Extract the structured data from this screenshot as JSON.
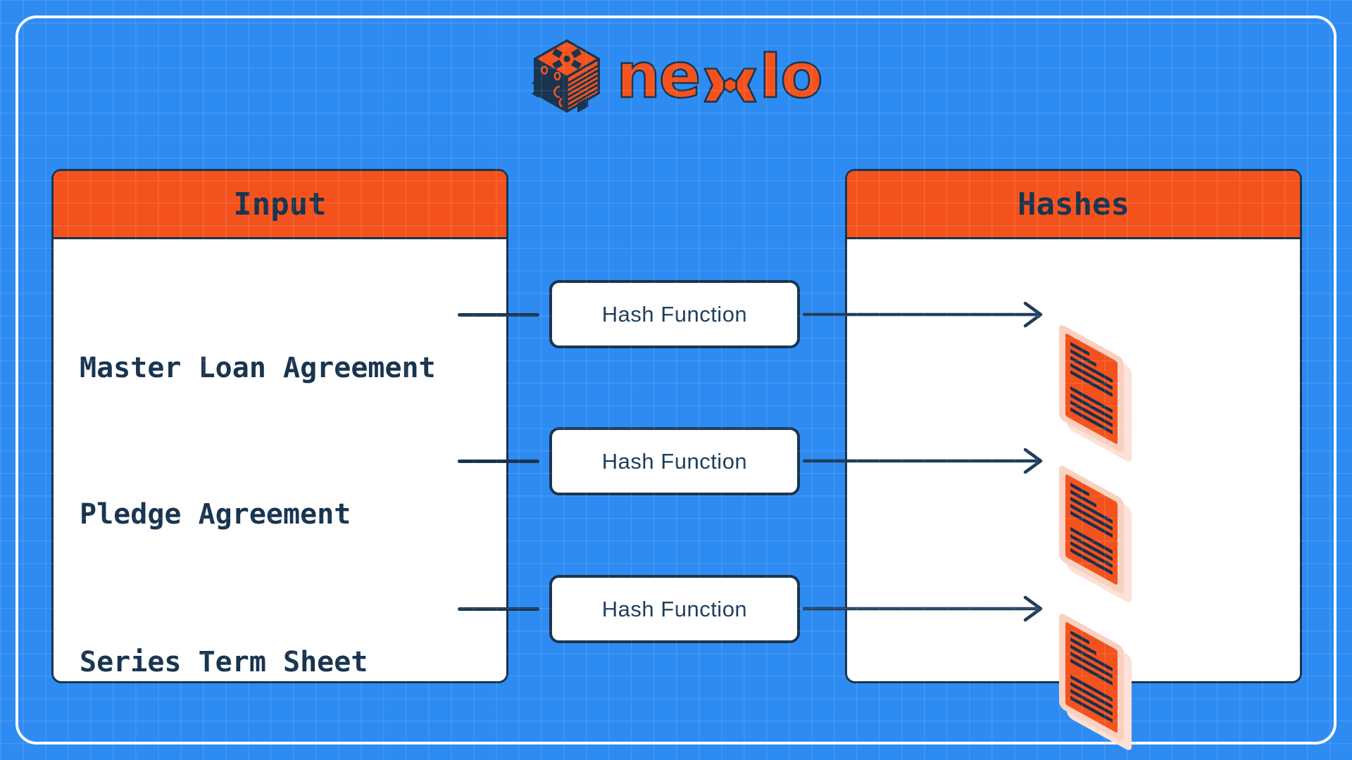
{
  "brand": {
    "name": "nexio",
    "wordmark_left": "ne",
    "wordmark_right": "Io",
    "logo_icon": "isometric-cube"
  },
  "colors": {
    "background_blue": "#2E8BF2",
    "accent_orange": "#F4521D",
    "navy": "#18344F",
    "panel_white": "#FFFFFF",
    "document_pale": "#FAD0C0"
  },
  "input_panel": {
    "title": "Input",
    "items": [
      "Master Loan Agreement",
      "Pledge Agreement",
      "Series Term Sheet"
    ]
  },
  "hashes_panel": {
    "title": "Hashes",
    "document_count": 3
  },
  "pipeline": {
    "hash_function_label": "Hash Function"
  }
}
